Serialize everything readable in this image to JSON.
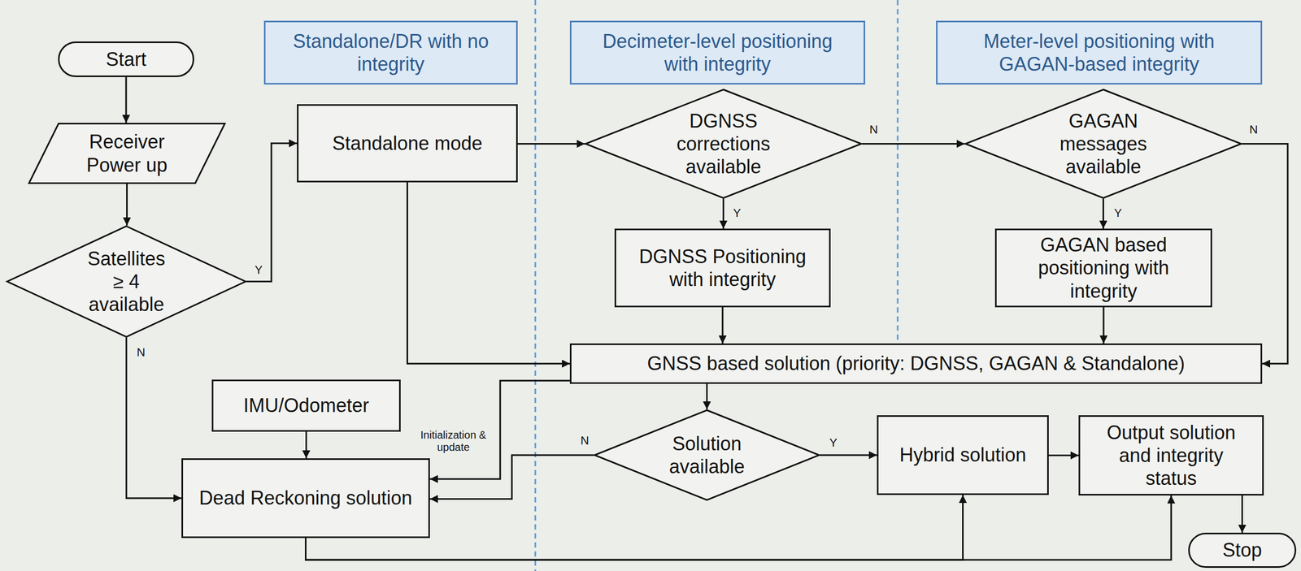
{
  "diagram": {
    "nodes": [
      {
        "text": [
          "Start"
        ]
      },
      {
        "text": [
          "Standalone/DR with no integrity"
        ]
      },
      {
        "text": [
          "Decimeter-level positioning with integrity"
        ]
      },
      {
        "text": [
          "Meter-level positioning with GAGAN-based integrity"
        ]
      },
      {
        "text": [
          "Receiver Power up"
        ]
      },
      {
        "text": [
          "Standalone mode"
        ]
      },
      {
        "text": [
          "DGNSS corrections available"
        ]
      },
      {
        "text": [
          "GAGAN messages available"
        ]
      },
      {
        "text": [
          "Satellites ≥ 4 available"
        ]
      },
      {
        "text": [
          "DGNSS Positioning with integrity"
        ]
      },
      {
        "text": [
          "GAGAN based positioning with integrity"
        ]
      },
      {
        "text": [
          "GNSS based solution (priority: DGNSS, GAGAN & Standalone)"
        ]
      },
      {
        "text": [
          "IMU/Odometer"
        ]
      },
      {
        "text": [
          "Solution available"
        ]
      },
      {
        "text": [
          "Hybrid solution"
        ]
      },
      {
        "text": [
          "Output solution and integrity status"
        ]
      },
      {
        "text": [
          "Dead Reckoning solution"
        ]
      },
      {
        "text": [
          "Stop"
        ]
      }
    ],
    "edges": [
      {
        "from": 0,
        "to": 4,
        "arrow": "to"
      },
      {
        "from": 4,
        "to": 8,
        "arrow": "to"
      },
      {
        "from": 8,
        "to": 5,
        "label": "Y",
        "arrow": "to"
      },
      {
        "from": 8,
        "to": 16,
        "label": "N",
        "arrow": "to"
      },
      {
        "from": 5,
        "to": 6,
        "arrow": "to"
      },
      {
        "from": 5,
        "to": 11,
        "arrow": "to"
      },
      {
        "from": 6,
        "to": 7,
        "label": "N",
        "arrow": "to"
      },
      {
        "from": 6,
        "to": 9,
        "label": "Y",
        "arrow": "to"
      },
      {
        "from": 7,
        "to": 10,
        "label": "Y",
        "arrow": "to"
      },
      {
        "from": 7,
        "to": 11,
        "label": "N",
        "arrow": "to"
      },
      {
        "from": 9,
        "to": 11,
        "arrow": "to"
      },
      {
        "from": 10,
        "to": 11,
        "arrow": "to"
      },
      {
        "from": 11,
        "to": 16,
        "label": "Initialization & update",
        "arrow": "to"
      },
      {
        "from": 11,
        "to": 13,
        "arrow": "to"
      },
      {
        "from": 13,
        "to": 16,
        "label": "N",
        "arrow": "to"
      },
      {
        "from": 13,
        "to": 14,
        "label": "Y",
        "arrow": "to"
      },
      {
        "from": 12,
        "to": 16,
        "arrow": "to"
      },
      {
        "from": 16,
        "to": 14,
        "arrow": "to"
      },
      {
        "from": 16,
        "to": 15,
        "arrow": "to"
      },
      {
        "from": 14,
        "to": 15,
        "arrow": "to"
      },
      {
        "from": 15,
        "to": 17,
        "arrow": "to"
      }
    ]
  }
}
